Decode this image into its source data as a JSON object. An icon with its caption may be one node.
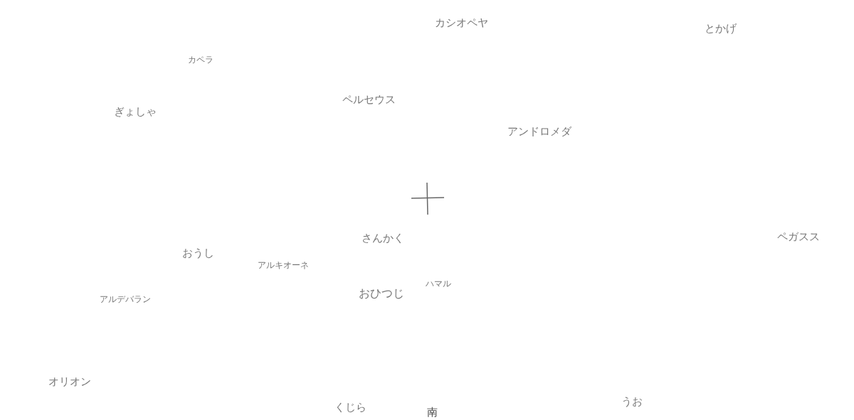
{
  "diagram": {
    "labels": [
      "カシオペヤ",
      "とかげ",
      "カペラ",
      "ペルセウス",
      "ぎょしゃ",
      "アンドロメダ",
      "ペガスス",
      "さんかく",
      "おうし",
      "アルキオーネ",
      "ハマル",
      "おひつじ",
      "アルデバラン",
      "オリオン",
      "うお",
      "くじら",
      "南"
    ]
  }
}
